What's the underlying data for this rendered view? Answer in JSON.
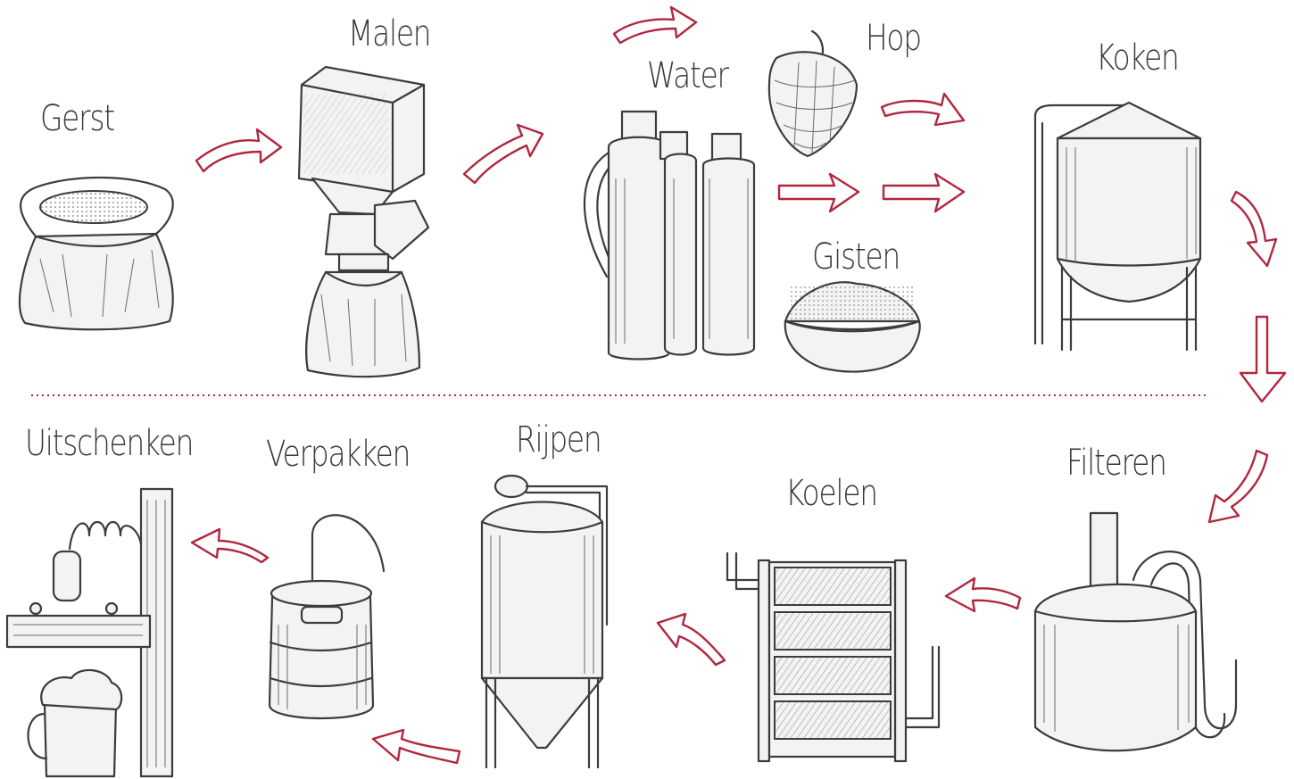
{
  "steps": {
    "gerst": "Gerst",
    "malen": "Malen",
    "water": "Water",
    "hop": "Hop",
    "gisten": "Gisten",
    "koken": "Koken",
    "filteren": "Filteren",
    "koelen": "Koelen",
    "rijpen": "Rijpen",
    "verpakken": "Verpakken",
    "uitschenken": "Uitschenken"
  },
  "colors": {
    "arrow": "#b1263f",
    "ink": "#3c3c3c",
    "divider": "#b1263f"
  },
  "icons": [
    "barley-sack-icon",
    "grain-mill-icon",
    "water-tanks-icon",
    "hop-cone-icon",
    "yeast-bowl-icon",
    "brew-kettle-icon",
    "filter-tank-icon",
    "wort-chiller-icon",
    "fermentation-tank-icon",
    "keg-icon",
    "beer-tap-icon"
  ]
}
